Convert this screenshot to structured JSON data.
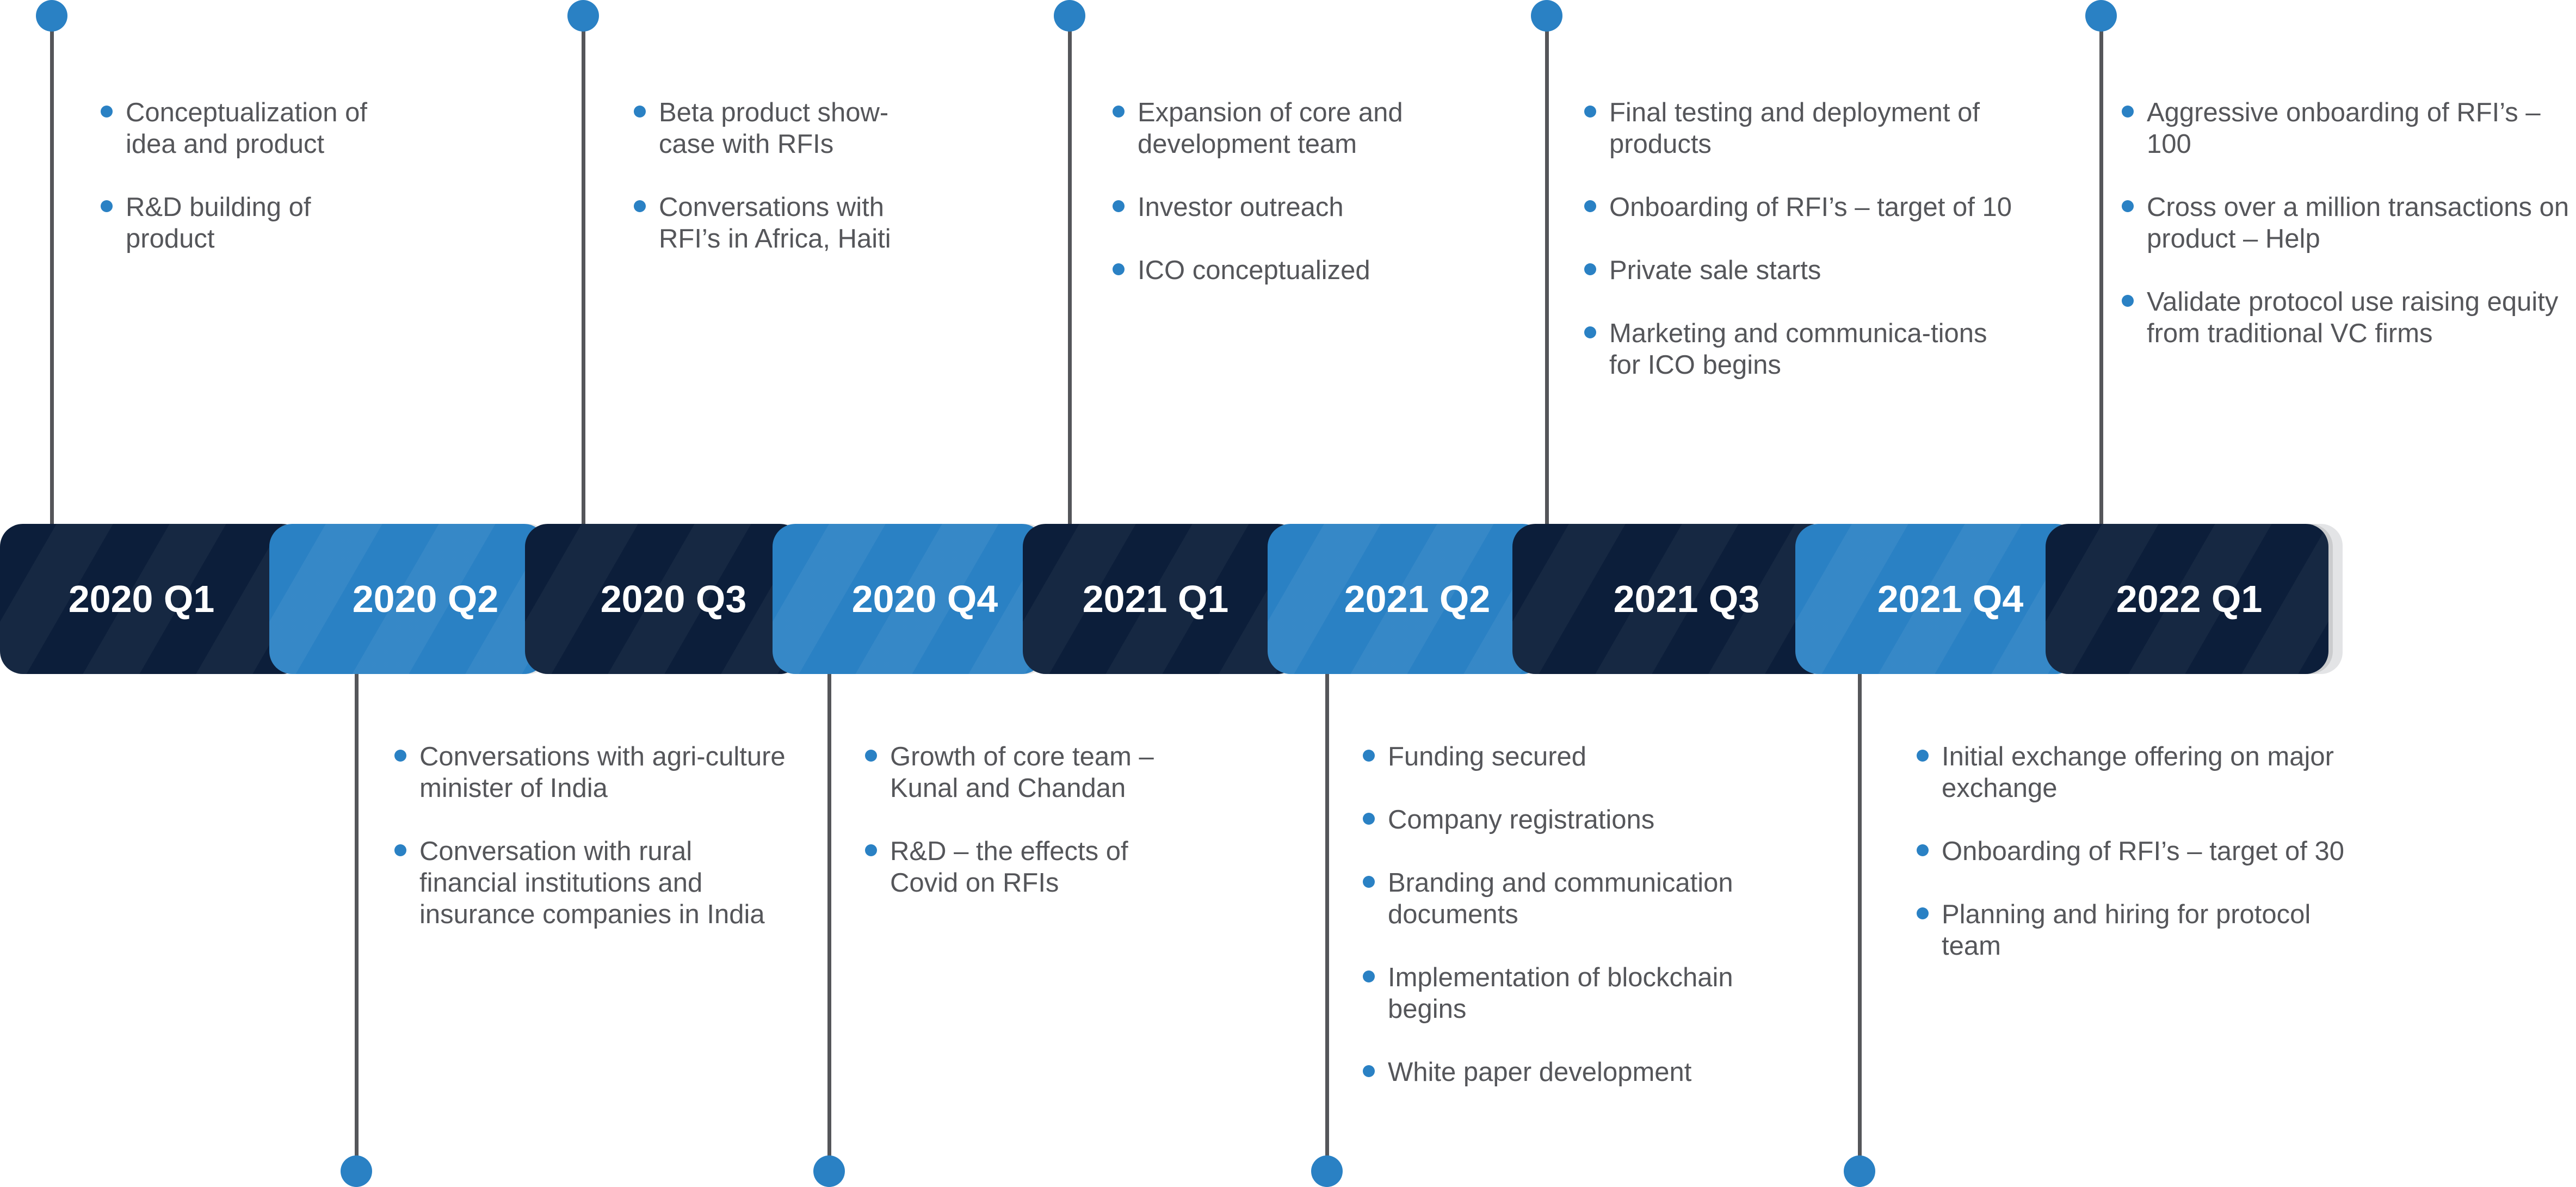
{
  "colors": {
    "dark": "#0c1e3a",
    "blue": "#2a81c4",
    "text": "#55565a"
  },
  "quarters": [
    {
      "label": "2020 Q1",
      "items": [
        "Conceptualization of idea and product",
        "R&D building of product"
      ]
    },
    {
      "label": "2020 Q2",
      "items": [
        "Conversations with agri-culture minister of India",
        "Conversation with rural financial institutions and insurance companies in India"
      ]
    },
    {
      "label": "2020 Q3",
      "items": [
        "Beta product show-case with RFIs",
        "Conversations with RFI’s in Africa, Haiti"
      ]
    },
    {
      "label": "2020 Q4",
      "items": [
        "Growth of core team – Kunal and Chandan",
        "R&D – the effects of Covid on RFIs"
      ]
    },
    {
      "label": "2021 Q1",
      "items": [
        "Expansion of core and development team",
        "Investor outreach",
        "ICO conceptualized"
      ]
    },
    {
      "label": "2021 Q2",
      "items": [
        "Funding secured",
        "Company registrations",
        "Branding and communication documents",
        "Implementation of blockchain begins",
        "White paper development"
      ]
    },
    {
      "label": "2021 Q3",
      "items": [
        "Final testing and deployment of products",
        "Onboarding of RFI’s – target of 10",
        "Private sale starts",
        "Marketing and communica-tions for ICO begins"
      ]
    },
    {
      "label": "2021 Q4",
      "items": [
        "Initial exchange offering on major exchange",
        "Onboarding of RFI’s – target of 30",
        "Planning and hiring for protocol team"
      ]
    },
    {
      "label": "2022 Q1",
      "items": [
        "Aggressive onboarding of RFI’s – 100",
        "Cross over a million transactions on product – Help",
        "Validate protocol use raising equity from traditional VC firms"
      ]
    }
  ]
}
